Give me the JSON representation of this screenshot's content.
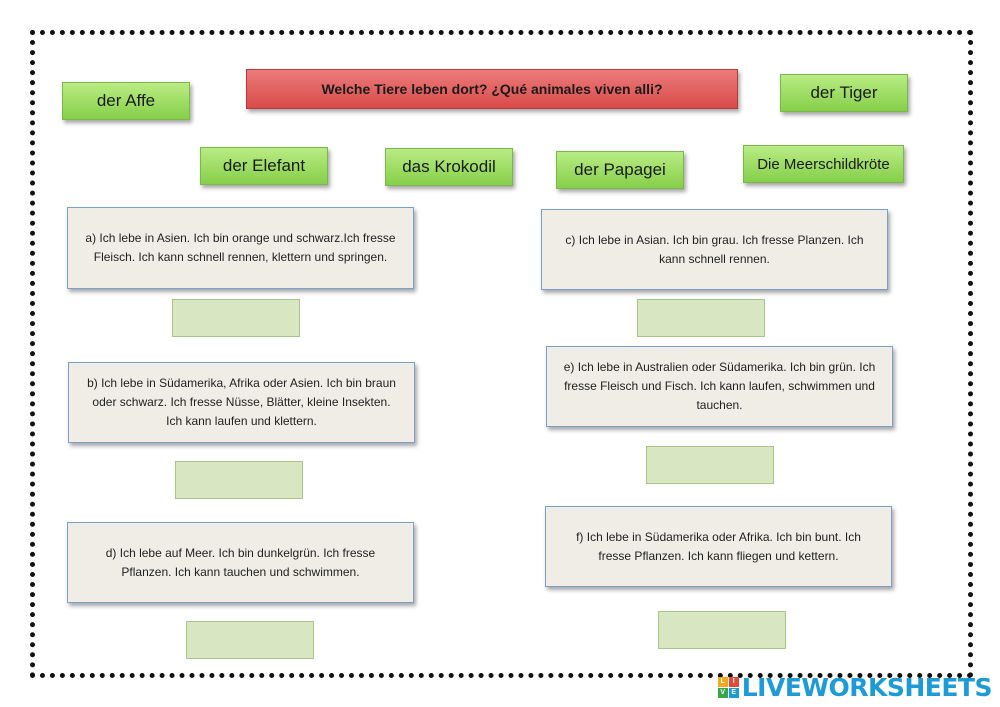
{
  "title": "Welche Tiere leben dort? ¿Qué animales viven alli?",
  "words": [
    "der Affe",
    "der Tiger",
    "der Elefant",
    "das Krokodil",
    "der Papagei",
    "Die  Meerschildkröte"
  ],
  "clues": {
    "a": "a) Ich lebe in Asien. Ich bin orange und schwarz.Ich fresse Fleisch. Ich kann schnell rennen, klettern und springen.",
    "b": "b) Ich lebe in Südamerika, Afrika oder Asien. Ich bin braun oder schwarz. Ich fresse Nüsse, Blätter, kleine Insekten. Ich kann laufen und klettern.",
    "c": "c) Ich lebe in Asian. Ich bin grau. Ich fresse Planzen. Ich kann schnell rennen.",
    "d": "d) Ich lebe auf Meer. Ich bin dunkelgrün. Ich fresse Pflanzen. Ich kann tauchen und schwimmen.",
    "e": "e) Ich lebe in Australien oder Südamerika. Ich bin grün. Ich fresse Fleisch und Fisch. Ich kann laufen, schwimmen und tauchen.",
    "f": "f) Ich lebe in Südamerika oder Afrika. Ich bin bunt. Ich fresse Pflanzen. Ich kann fliegen und kettern."
  },
  "brand": {
    "icon_letters": [
      "L",
      "I",
      "V",
      "E"
    ],
    "name": "LIVEWORKSHEETS",
    "icon_colors": [
      "#f2a81d",
      "#e04a3b",
      "#3aa64a",
      "#1e9ad6"
    ]
  },
  "colors": {
    "title_bar": "#e06060",
    "word_tile": "#9edc64",
    "drop_zone": "#d8e6c2",
    "clue_box": "#efede6",
    "brand": "#1e9ad6"
  }
}
